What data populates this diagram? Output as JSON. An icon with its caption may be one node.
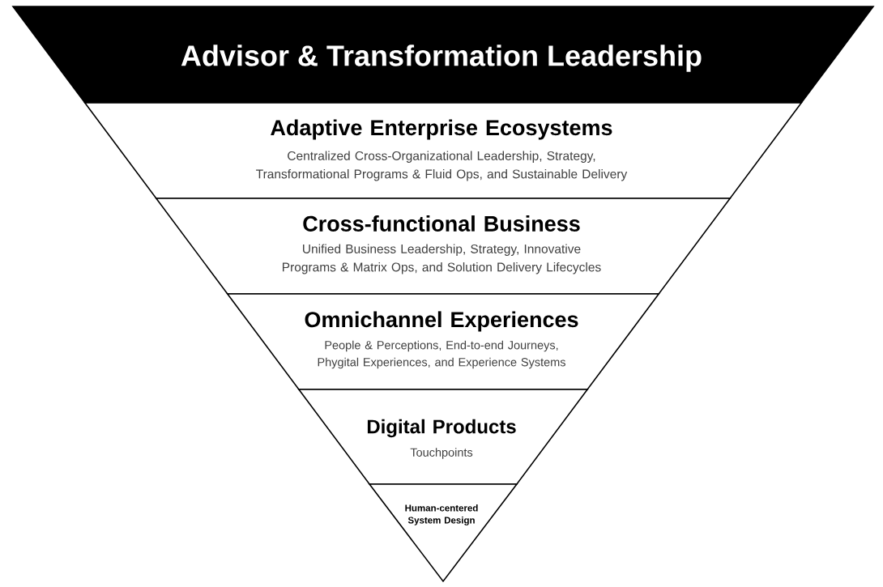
{
  "diagram": {
    "nodes": [
      {
        "text": [
          "Advisor & Transformation Leadership"
        ]
      },
      {
        "text": [
          "Adaptive Enterprise Ecosystems",
          "Centralized Cross-Organizational Leadership, Strategy, Transformational Programs & Fluid Ops, and Sustainable Delivery"
        ]
      },
      {
        "text": [
          "Cross-functional Business",
          "Unified Business Leadership, Strategy, Innovative Programs & Matrix Ops, and Solution Delivery Lifecycles"
        ]
      },
      {
        "text": [
          "Omnichannel Experiences",
          "People & Perceptions, End-to-end Journeys, Phygital Experiences, and Experience Systems"
        ]
      },
      {
        "text": [
          "Digital Products",
          "Touchpoints"
        ]
      },
      {
        "text": [
          "Human-centered System Design"
        ]
      }
    ]
  }
}
